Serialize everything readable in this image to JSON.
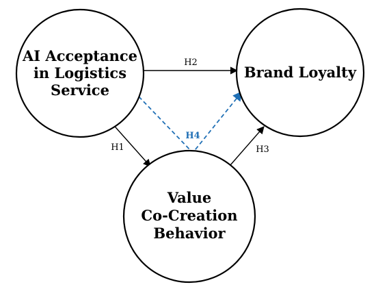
{
  "colors": {
    "line": "#000000",
    "dashed_line": "#1f6fb5",
    "background": "#ffffff"
  },
  "nodes": {
    "ai_acceptance": {
      "lines": [
        "AI Acceptance",
        "in Logistics",
        "Service"
      ]
    },
    "brand_loyalty": {
      "lines": [
        "Brand Loyalty"
      ]
    },
    "value_cocreation": {
      "lines": [
        "Value",
        "Co-Creation",
        "Behavior"
      ]
    }
  },
  "edges": {
    "h1": {
      "label": "H1"
    },
    "h2": {
      "label": "H2"
    },
    "h3": {
      "label": "H3"
    },
    "h4": {
      "label": "H4"
    }
  }
}
